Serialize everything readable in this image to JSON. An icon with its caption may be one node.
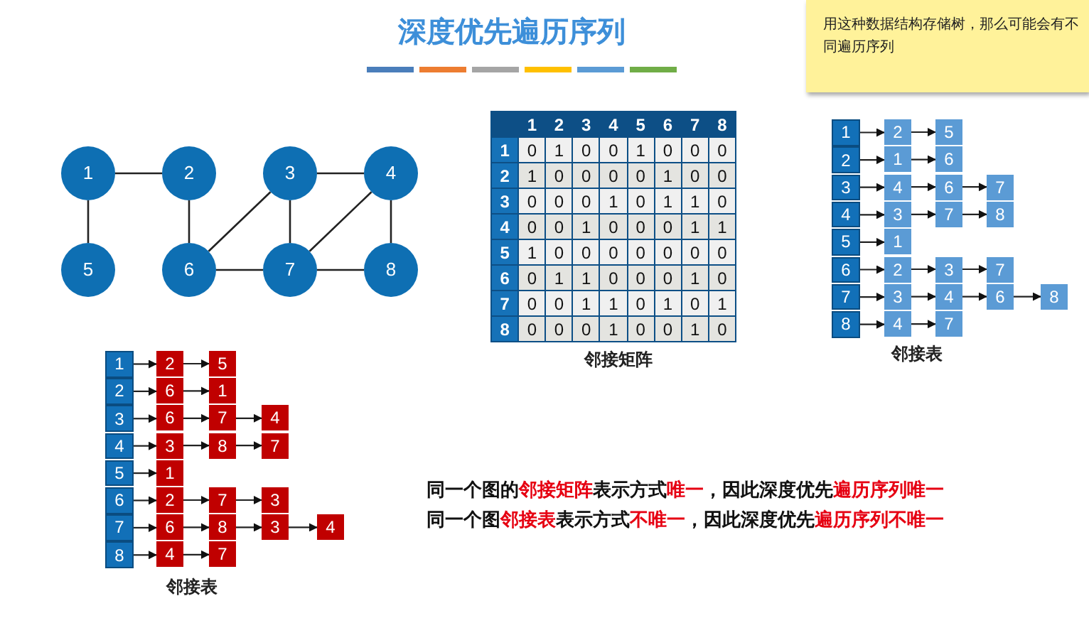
{
  "diagram": {
    "title": "深度优先遍历序列",
    "nodes": [
      {
        "text": [
          "1"
        ]
      },
      {
        "text": [
          "2"
        ]
      },
      {
        "text": [
          "3"
        ]
      },
      {
        "text": [
          "4"
        ]
      },
      {
        "text": [
          "5"
        ]
      },
      {
        "text": [
          "6"
        ]
      },
      {
        "text": [
          "7"
        ]
      },
      {
        "text": [
          "8"
        ]
      },
      {
        "text": [
          "1"
        ]
      },
      {
        "text": [
          "2"
        ]
      },
      {
        "text": [
          "3"
        ]
      },
      {
        "text": [
          "4"
        ]
      },
      {
        "text": [
          "5"
        ]
      },
      {
        "text": [
          "6"
        ]
      },
      {
        "text": [
          "7"
        ]
      },
      {
        "text": [
          "8"
        ]
      },
      {
        "text": [
          "2"
        ]
      },
      {
        "text": [
          "5"
        ]
      },
      {
        "text": [
          "1"
        ]
      },
      {
        "text": [
          "6"
        ]
      },
      {
        "text": [
          "4"
        ]
      },
      {
        "text": [
          "6"
        ]
      },
      {
        "text": [
          "7"
        ]
      },
      {
        "text": [
          "3"
        ]
      },
      {
        "text": [
          "7"
        ]
      },
      {
        "text": [
          "8"
        ]
      },
      {
        "text": [
          "1"
        ]
      },
      {
        "text": [
          "2"
        ]
      },
      {
        "text": [
          "3"
        ]
      },
      {
        "text": [
          "7"
        ]
      },
      {
        "text": [
          "3"
        ]
      },
      {
        "text": [
          "4"
        ]
      },
      {
        "text": [
          "6"
        ]
      },
      {
        "text": [
          "8"
        ]
      },
      {
        "text": [
          "4"
        ]
      },
      {
        "text": [
          "7"
        ]
      },
      {
        "text": [
          "1"
        ]
      },
      {
        "text": [
          "2"
        ]
      },
      {
        "text": [
          "3"
        ]
      },
      {
        "text": [
          "4"
        ]
      },
      {
        "text": [
          "5"
        ]
      },
      {
        "text": [
          "6"
        ]
      },
      {
        "text": [
          "7"
        ]
      },
      {
        "text": [
          "8"
        ]
      },
      {
        "text": [
          "2"
        ]
      },
      {
        "text": [
          "5"
        ]
      },
      {
        "text": [
          "6"
        ]
      },
      {
        "text": [
          "1"
        ]
      },
      {
        "text": [
          "6"
        ]
      },
      {
        "text": [
          "7"
        ]
      },
      {
        "text": [
          "4"
        ]
      },
      {
        "text": [
          "3"
        ]
      },
      {
        "text": [
          "8"
        ]
      },
      {
        "text": [
          "7"
        ]
      },
      {
        "text": [
          "1"
        ]
      },
      {
        "text": [
          "2"
        ]
      },
      {
        "text": [
          "7"
        ]
      },
      {
        "text": [
          "3"
        ]
      },
      {
        "text": [
          "6"
        ]
      },
      {
        "text": [
          "8"
        ]
      },
      {
        "text": [
          "3"
        ]
      },
      {
        "text": [
          "4"
        ]
      },
      {
        "text": [
          "4"
        ]
      },
      {
        "text": [
          "7"
        ]
      }
    ],
    "edges": [
      {
        "from": 0,
        "to": 1,
        "arrow": "none"
      },
      {
        "from": 0,
        "to": 4,
        "arrow": "none"
      },
      {
        "from": 1,
        "to": 5,
        "arrow": "none"
      },
      {
        "from": 2,
        "to": 5,
        "arrow": "none"
      },
      {
        "from": 2,
        "to": 6,
        "arrow": "none"
      },
      {
        "from": 2,
        "to": 3,
        "arrow": "none"
      },
      {
        "from": 3,
        "to": 6,
        "arrow": "none"
      },
      {
        "from": 3,
        "to": 7,
        "arrow": "none"
      },
      {
        "from": 5,
        "to": 6,
        "arrow": "none"
      },
      {
        "from": 6,
        "to": 7,
        "arrow": "none"
      },
      {
        "from": 8,
        "to": 16,
        "arrow": "to"
      },
      {
        "from": 16,
        "to": 17,
        "arrow": "to"
      },
      {
        "from": 9,
        "to": 18,
        "arrow": "to"
      },
      {
        "from": 18,
        "to": 19,
        "arrow": "to"
      },
      {
        "from": 10,
        "to": 20,
        "arrow": "to"
      },
      {
        "from": 20,
        "to": 21,
        "arrow": "to"
      },
      {
        "from": 21,
        "to": 22,
        "arrow": "to"
      },
      {
        "from": 11,
        "to": 23,
        "arrow": "to"
      },
      {
        "from": 23,
        "to": 24,
        "arrow": "to"
      },
      {
        "from": 24,
        "to": 25,
        "arrow": "to"
      },
      {
        "from": 12,
        "to": 26,
        "arrow": "to"
      },
      {
        "from": 13,
        "to": 27,
        "arrow": "to"
      },
      {
        "from": 27,
        "to": 28,
        "arrow": "to"
      },
      {
        "from": 28,
        "to": 29,
        "arrow": "to"
      },
      {
        "from": 14,
        "to": 30,
        "arrow": "to"
      },
      {
        "from": 30,
        "to": 31,
        "arrow": "to"
      },
      {
        "from": 31,
        "to": 32,
        "arrow": "to"
      },
      {
        "from": 32,
        "to": 33,
        "arrow": "to"
      },
      {
        "from": 15,
        "to": 34,
        "arrow": "to"
      },
      {
        "from": 34,
        "to": 35,
        "arrow": "to"
      },
      {
        "from": 36,
        "to": 44,
        "arrow": "to"
      },
      {
        "from": 44,
        "to": 45,
        "arrow": "to"
      },
      {
        "from": 37,
        "to": 46,
        "arrow": "to"
      },
      {
        "from": 46,
        "to": 47,
        "arrow": "to"
      },
      {
        "from": 38,
        "to": 48,
        "arrow": "to"
      },
      {
        "from": 48,
        "to": 49,
        "arrow": "to"
      },
      {
        "from": 49,
        "to": 50,
        "arrow": "to"
      },
      {
        "from": 39,
        "to": 51,
        "arrow": "to"
      },
      {
        "from": 51,
        "to": 52,
        "arrow": "to"
      },
      {
        "from": 52,
        "to": 53,
        "arrow": "to"
      },
      {
        "from": 40,
        "to": 54,
        "arrow": "to"
      },
      {
        "from": 41,
        "to": 55,
        "arrow": "to"
      },
      {
        "from": 55,
        "to": 56,
        "arrow": "to"
      },
      {
        "from": 56,
        "to": 57,
        "arrow": "to"
      },
      {
        "from": 42,
        "to": 58,
        "arrow": "to"
      },
      {
        "from": 58,
        "to": 59,
        "arrow": "to"
      },
      {
        "from": 59,
        "to": 60,
        "arrow": "to"
      },
      {
        "from": 60,
        "to": 61,
        "arrow": "to"
      },
      {
        "from": 43,
        "to": 62,
        "arrow": "to"
      },
      {
        "from": 62,
        "to": 63,
        "arrow": "to"
      }
    ],
    "labels": [
      "用这种数据结构存储树，那么可能会有不同遍历序列",
      "1",
      "2",
      "3",
      "4",
      "5",
      "6",
      "7",
      "8",
      "1",
      "0",
      "1",
      "0",
      "0",
      "1",
      "0",
      "0",
      "0",
      "2",
      "1",
      "0",
      "0",
      "0",
      "0",
      "1",
      "0",
      "0",
      "3",
      "0",
      "0",
      "0",
      "1",
      "0",
      "1",
      "1",
      "0",
      "4",
      "0",
      "0",
      "1",
      "0",
      "0",
      "0",
      "1",
      "1",
      "5",
      "1",
      "0",
      "0",
      "0",
      "0",
      "0",
      "0",
      "0",
      "6",
      "0",
      "1",
      "1",
      "0",
      "0",
      "0",
      "1",
      "0",
      "7",
      "0",
      "0",
      "1",
      "1",
      "0",
      "1",
      "0",
      "1",
      "8",
      "0",
      "0",
      "0",
      "1",
      "0",
      "0",
      "1",
      "0",
      "邻接矩阵",
      "邻接表",
      "邻接表",
      "同一个图的**邻接矩阵**表示方式**唯一**，因此深度优先**遍历序列唯一**",
      "同一个图**邻接表**表示方式**不唯一**，因此深度优先**遍历序列不唯一**"
    ]
  }
}
